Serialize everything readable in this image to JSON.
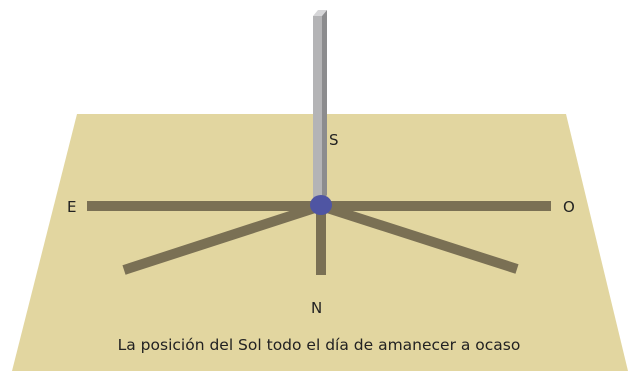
{
  "directions": {
    "south": "S",
    "east": "E",
    "west": "O",
    "north": "N"
  },
  "caption": "La posición del Sol todo el día de amanecer a ocaso",
  "colors": {
    "ground": "#e2d6a0",
    "shadow_bars": "#7a7054",
    "pole_front": "#b4b4b6",
    "pole_side": "#8c8c8e",
    "pole_top": "#d6d6d8",
    "base_blob": "#4f55a3",
    "text": "#222222"
  }
}
